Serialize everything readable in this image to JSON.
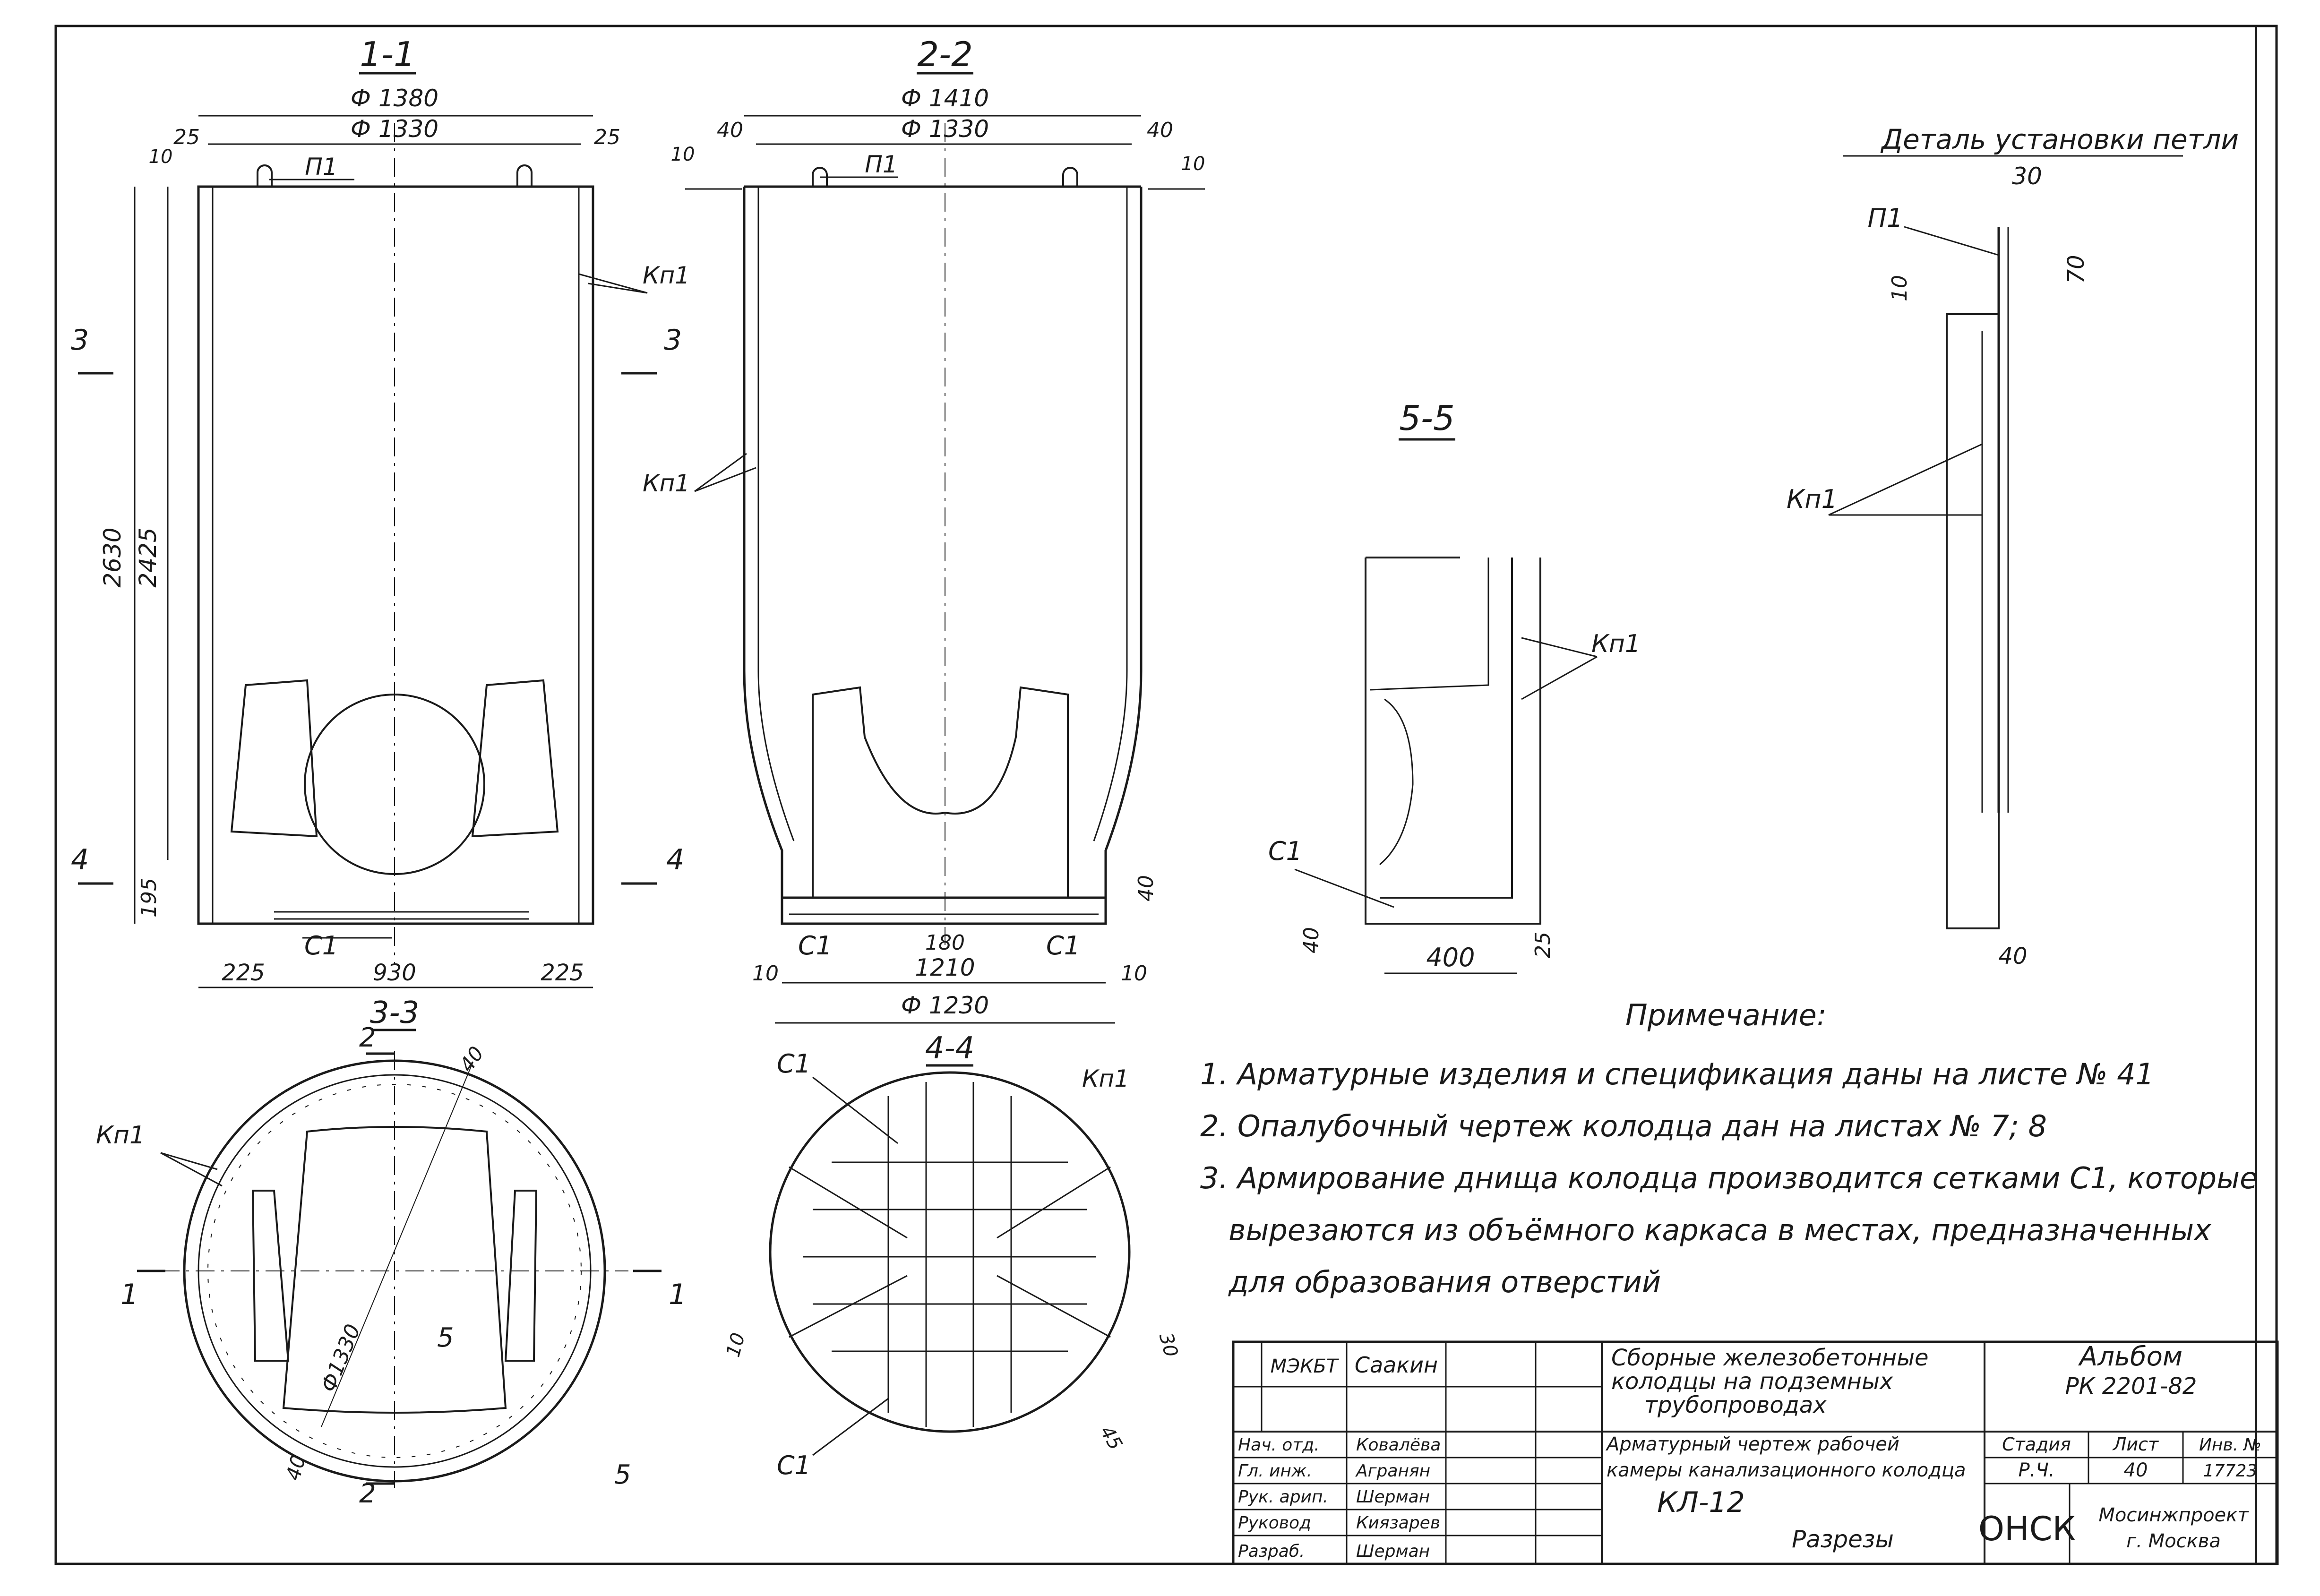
{
  "sections": {
    "s11": {
      "title": "1-1",
      "d_outer": "Ф 1380",
      "d_inner": "Ф 1330",
      "wall_left": "25",
      "wall_right": "25",
      "top_off": "10",
      "loop": "П1",
      "rebar": "Кп1",
      "cut3": "3",
      "cut4": "4",
      "h_total": "2630",
      "h_inner": "2425",
      "h_bottom": "195",
      "mesh": "С1",
      "b_left": "225",
      "b_mid": "930",
      "b_right": "225"
    },
    "s22": {
      "title": "2-2",
      "d_outer": "Ф 1410",
      "d_inner": "Ф 1330",
      "wall_left": "40",
      "wall_right": "40",
      "top_left": "10",
      "top_right": "10",
      "loop": "П1",
      "rebar": "Кп1",
      "mesh_left": "С1",
      "mesh_right": "С1",
      "slab_thk": "40",
      "gap": "180",
      "b_inner": "1210",
      "b_outer": "Ф 1230",
      "edge_left": "10",
      "edge_right": "10"
    },
    "s33": {
      "title": "3-3",
      "cut2": "2",
      "cut1": "1",
      "cut5": "5",
      "rebar": "Кп1",
      "thk": "40",
      "thk2": "40",
      "dia": "Ф1330"
    },
    "s44": {
      "title": "4-4",
      "mesh_top": "С1",
      "mesh_bottom": "С1",
      "rebar": "Кп1",
      "d1": "10",
      "d2": "30",
      "d3": "45"
    },
    "s55": {
      "title": "5-5",
      "rebar": "Кп1",
      "mesh": "С1",
      "w": "400",
      "h1": "40",
      "h2": "25"
    },
    "detail": {
      "title": "Деталь установки петли",
      "w": "30",
      "h": "70",
      "off": "10",
      "loop": "П1",
      "rebar": "Кп1",
      "bottom": "40"
    }
  },
  "notes": {
    "heading": "Примечание:",
    "n1": "1. Арматурные изделия и спецификация даны на листе № 41",
    "n2": "2. Опалубочный чертеж колодца дан на листах № 7; 8",
    "n3a": "3. Армирование днища колодца производится сетками С1, которые",
    "n3b": "вырезаются из объёмного каркаса в местах, предназначенных",
    "n3c": "для образования отверстий"
  },
  "stamp": {
    "org_row": "МЭКБТ",
    "person1": "Саакин",
    "title1": "Сборные железобетонные",
    "title2": "колодцы на подземных",
    "title3": "трубопроводах",
    "album": "Альбом",
    "album_code": "РК 2201-82",
    "r1_role": "Нач. отд.",
    "r1_name": "Ковалёва",
    "r2_role": "Гл. инж.",
    "r2_name": "Агранян",
    "r3_role": "Рук. арип.",
    "r3_name": "Шерман",
    "r4_role": "Руковод",
    "r4_name": "Киязарев",
    "r5_role": "Разраб.",
    "r5_name": "Шерман",
    "desc1": "Арматурный чертеж рабочей",
    "desc2": "камеры канализационного колодца",
    "code": "КЛ-12",
    "sheet_title": "Разрезы",
    "h_stage": "Стадия",
    "h_sheet": "Лист",
    "h_inv": "Инв. №",
    "v_stage": "Р.Ч.",
    "v_sheet": "40",
    "v_inv": "17723",
    "onsk": "ОНСК",
    "org1": "Мосинжпроект",
    "org2": "г. Москва"
  }
}
